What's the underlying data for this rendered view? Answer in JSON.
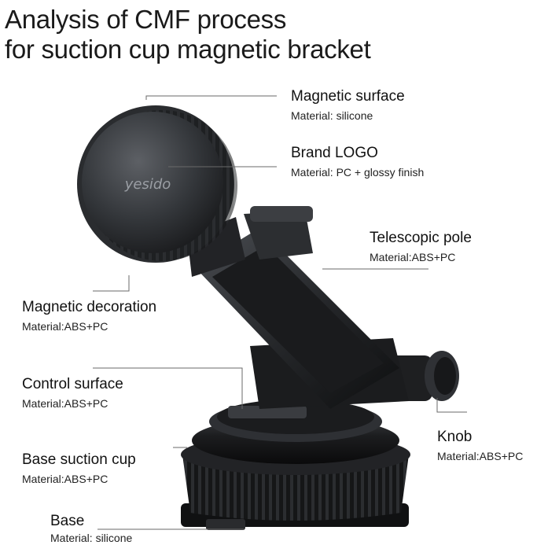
{
  "title": {
    "line1": "Analysis of CMF process",
    "line2": "for suction cup magnetic bracket"
  },
  "product": {
    "brand_text": "yesido"
  },
  "callouts": {
    "magnetic_surface": {
      "name": "Magnetic surface",
      "material": "Material: silicone"
    },
    "brand_logo": {
      "name": "Brand LOGO",
      "material": "Material: PC + glossy finish"
    },
    "telescopic_pole": {
      "name": "Telescopic pole",
      "material": "Material:ABS+PC"
    },
    "magnetic_decoration": {
      "name": "Magnetic decoration",
      "material": "Material:ABS+PC"
    },
    "control_surface": {
      "name": "Control surface",
      "material": "Material:ABS+PC"
    },
    "knob": {
      "name": "Knob",
      "material": "Material:ABS+PC"
    },
    "base_suction_cup": {
      "name": "Base suction cup",
      "material": "Material:ABS+PC"
    },
    "base": {
      "name": "Base",
      "material": "Material: silicone"
    }
  }
}
